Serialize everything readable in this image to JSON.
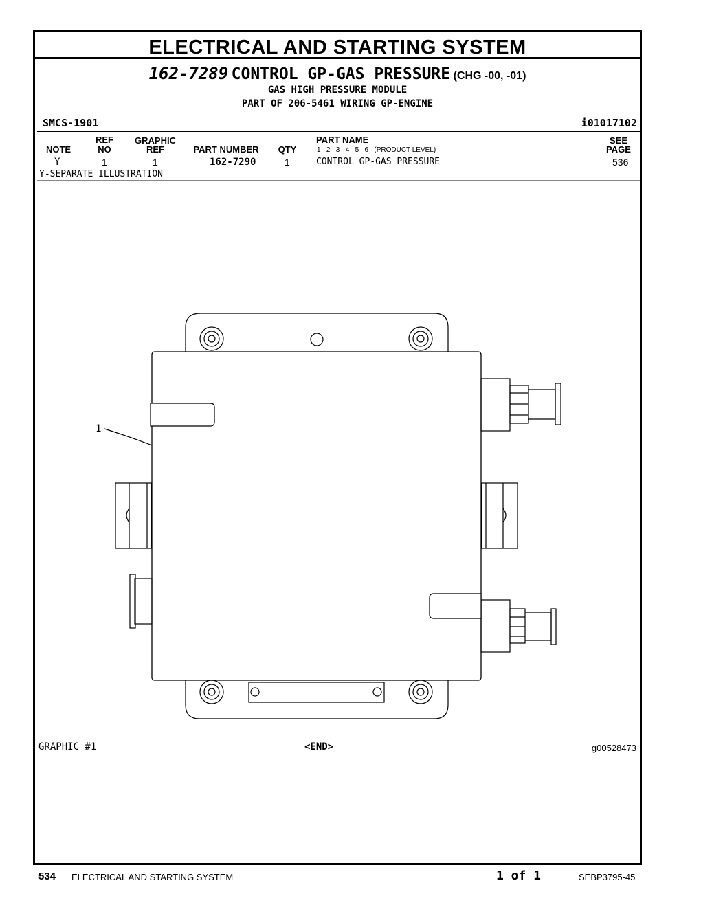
{
  "section_title": "ELECTRICAL AND STARTING SYSTEM",
  "part_heading": {
    "number": "162-7289",
    "name": "CONTROL GP-GAS PRESSURE",
    "change": "(CHG -00, -01)"
  },
  "subtitle_1": "GAS HIGH PRESSURE MODULE",
  "subtitle_2": "PART OF 206-5461 WIRING GP-ENGINE",
  "smcs": "SMCS-1901",
  "identifier": "i01017102",
  "table": {
    "headers": {
      "note": "NOTE",
      "ref_top": "REF",
      "ref_bottom": "NO",
      "graphic_top": "GRAPHIC",
      "graphic_bottom": "REF",
      "part_number": "PART NUMBER",
      "qty": "QTY",
      "part_name": "PART NAME",
      "levels": "1   2   3   4   5   6   (PRODUCT LEVEL)",
      "see_top": "SEE",
      "see_bottom": "PAGE"
    },
    "rows": [
      {
        "note": "Y",
        "ref_no": "1",
        "graphic_ref": "1",
        "part_number": "162-7290",
        "qty": "1",
        "part_name": "CONTROL GP-GAS PRESSURE",
        "see_page": "536"
      }
    ],
    "note_text": "Y-SEPARATE ILLUSTRATION"
  },
  "illustration": {
    "callout": "1"
  },
  "graphic_label": "GRAPHIC #1",
  "end_mark": "<END>",
  "graphic_number": "g00528473",
  "footer": {
    "page": "534",
    "section": "ELECTRICAL AND STARTING SYSTEM",
    "of": "1 of 1",
    "doc": "SEBP3795-45"
  }
}
